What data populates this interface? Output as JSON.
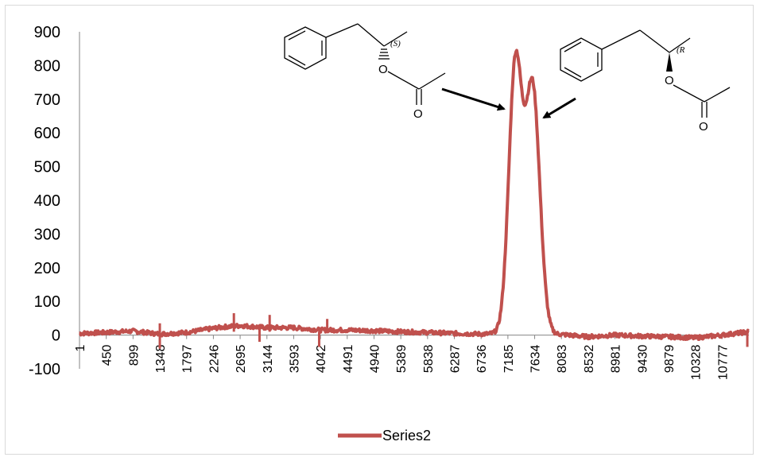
{
  "chart_data": {
    "type": "line",
    "title": "",
    "xlabel": "",
    "ylabel": "",
    "ylim": [
      -100,
      900
    ],
    "yticks": [
      -100,
      0,
      100,
      200,
      300,
      400,
      500,
      600,
      700,
      800,
      900
    ],
    "xlim": [
      1,
      11226
    ],
    "xticks": [
      1,
      450,
      899,
      1348,
      1797,
      2246,
      2695,
      3144,
      3593,
      4042,
      4491,
      4940,
      5389,
      5838,
      6287,
      6736,
      7185,
      7634,
      8083,
      8532,
      8981,
      9430,
      9879,
      10328,
      10777
    ],
    "grid": false,
    "legend": "bottom-center",
    "series": [
      {
        "name": "Series2",
        "color": "#c0504d",
        "baseline_points": [
          [
            1,
            5
          ],
          [
            450,
            8
          ],
          [
            899,
            12
          ],
          [
            1348,
            3
          ],
          [
            1797,
            8
          ],
          [
            2246,
            20
          ],
          [
            2470,
            25
          ],
          [
            2695,
            28
          ],
          [
            3144,
            22
          ],
          [
            3593,
            22
          ],
          [
            4042,
            15
          ],
          [
            4491,
            15
          ],
          [
            4940,
            13
          ],
          [
            5389,
            10
          ],
          [
            5838,
            8
          ],
          [
            6287,
            5
          ],
          [
            6736,
            3
          ],
          [
            7050,
            5
          ],
          [
            8083,
            2
          ],
          [
            8532,
            -5
          ],
          [
            8981,
            0
          ],
          [
            9430,
            -3
          ],
          [
            9879,
            -5
          ],
          [
            10328,
            -8
          ],
          [
            10777,
            0
          ],
          [
            11226,
            10
          ]
        ],
        "peaks": [
          {
            "center": 7310,
            "height": 795,
            "width": 110
          },
          {
            "center": 7600,
            "height": 730,
            "width": 120
          }
        ],
        "spikes": [
          {
            "x": 1348,
            "min": -40,
            "max": 35
          },
          {
            "x": 2590,
            "min": 10,
            "max": 65
          },
          {
            "x": 3020,
            "min": -20,
            "max": 20
          },
          {
            "x": 3190,
            "min": 10,
            "max": 60
          },
          {
            "x": 4020,
            "min": -35,
            "max": 10
          },
          {
            "x": 4155,
            "min": 10,
            "max": 48
          },
          {
            "x": 11200,
            "min": -35,
            "max": 12
          }
        ]
      }
    ],
    "annotations": [
      {
        "text": "(S)",
        "target": "peak-1"
      },
      {
        "text": "(R",
        "target": "peak-2"
      }
    ],
    "structure_labels": {
      "s_oxygen_ester": "O",
      "s_oxygen_carbonyl": "O",
      "r_oxygen_ester": "O",
      "r_oxygen_carbonyl": "O"
    }
  }
}
